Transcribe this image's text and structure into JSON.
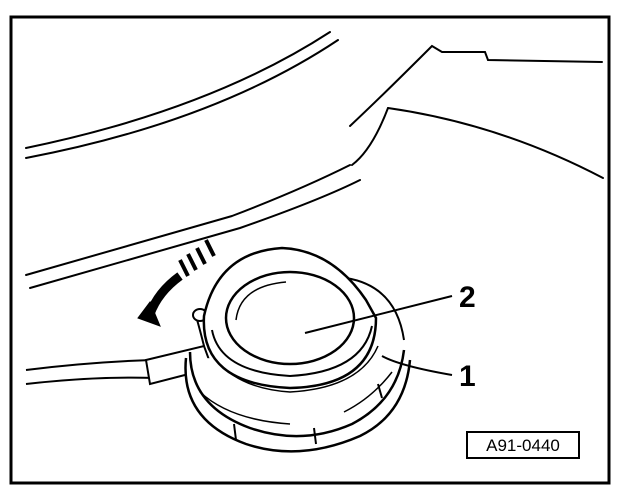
{
  "figure": {
    "id": "A91-0440",
    "callouts": [
      {
        "label": "1",
        "part": "base-ring"
      },
      {
        "label": "2",
        "part": "cap"
      }
    ]
  },
  "colors": {
    "ink": "#000000",
    "paper": "#ffffff"
  },
  "icons": [
    "rotation-arrow-icon"
  ]
}
